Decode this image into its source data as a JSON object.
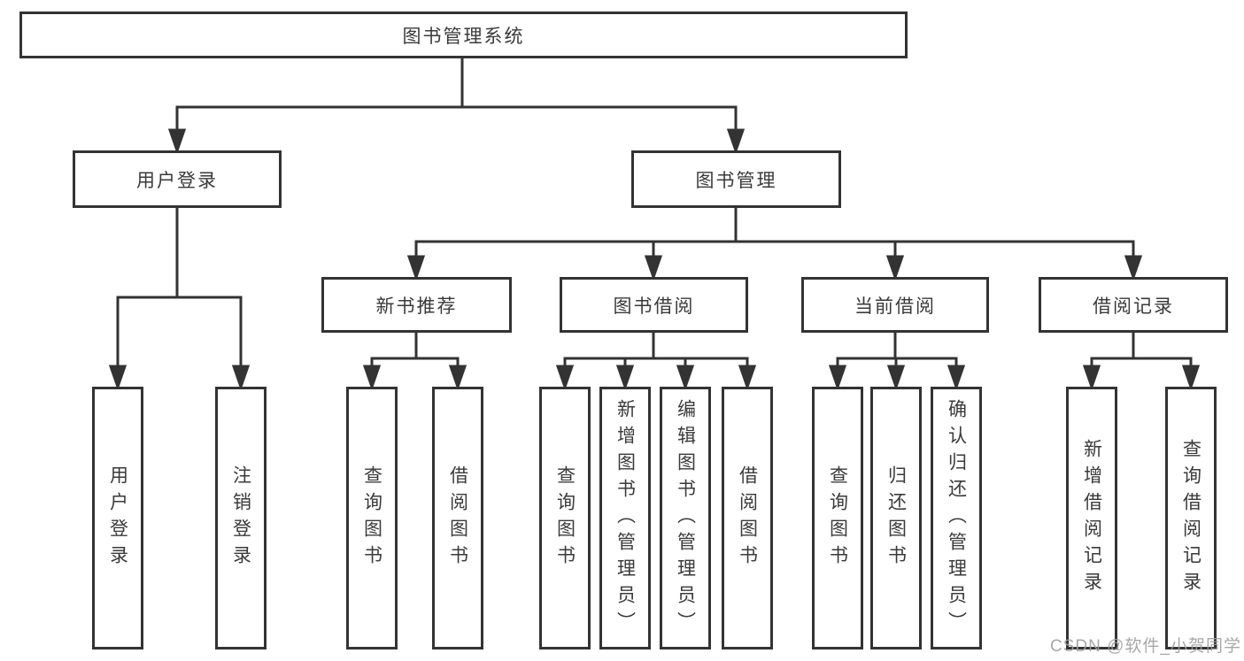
{
  "nodes": {
    "root": "图书管理系统",
    "user_login": "用户登录",
    "book_mgmt": "图书管理",
    "new_book_rec": "新书推荐",
    "book_borrow": "图书借阅",
    "current_borrow": "当前借阅",
    "borrow_record": "借阅记录"
  },
  "leaves": {
    "user_login": [
      "用户登录",
      "注销登录"
    ],
    "new_book_rec": [
      "查询图书",
      "借阅图书"
    ],
    "book_borrow": [
      "查询图书",
      "新增图书（管理员）",
      "编辑图书（管理员）",
      "借阅图书"
    ],
    "current_borrow": [
      "查询图书",
      "归还图书",
      "确认归还（管理员）"
    ],
    "borrow_record": [
      "新增借阅记录",
      "查询借阅记录"
    ]
  },
  "watermark": "CSDN @软件_小贺同学",
  "colors": {
    "ink": "#333333",
    "background": "#ffffff",
    "watermark": "#9f9f9f"
  }
}
